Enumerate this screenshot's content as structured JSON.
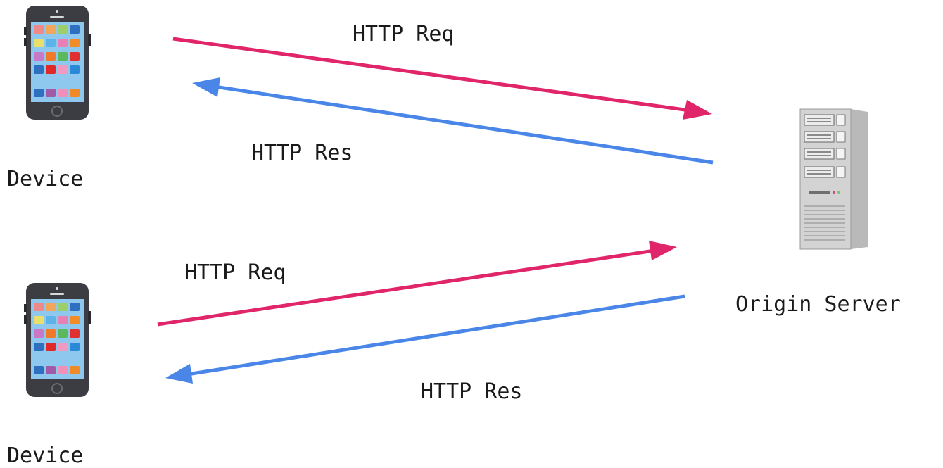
{
  "diagram": {
    "nodes": {
      "device_top": {
        "label": "Device",
        "icon": "smartphone-icon"
      },
      "device_bottom": {
        "label": "Device",
        "icon": "smartphone-icon"
      },
      "server": {
        "label": "Origin Server",
        "icon": "server-tower-icon"
      }
    },
    "edges": {
      "top_request": {
        "label": "HTTP Req",
        "from": "device_top",
        "to": "server",
        "color": "#e0256a"
      },
      "top_response": {
        "label": "HTTP Res",
        "from": "server",
        "to": "device_top",
        "color": "#4a86e8"
      },
      "bottom_request": {
        "label": "HTTP Req",
        "from": "device_bottom",
        "to": "server",
        "color": "#e0256a"
      },
      "bottom_response": {
        "label": "HTTP Res",
        "from": "server",
        "to": "device_bottom",
        "color": "#4a86e8"
      }
    }
  }
}
